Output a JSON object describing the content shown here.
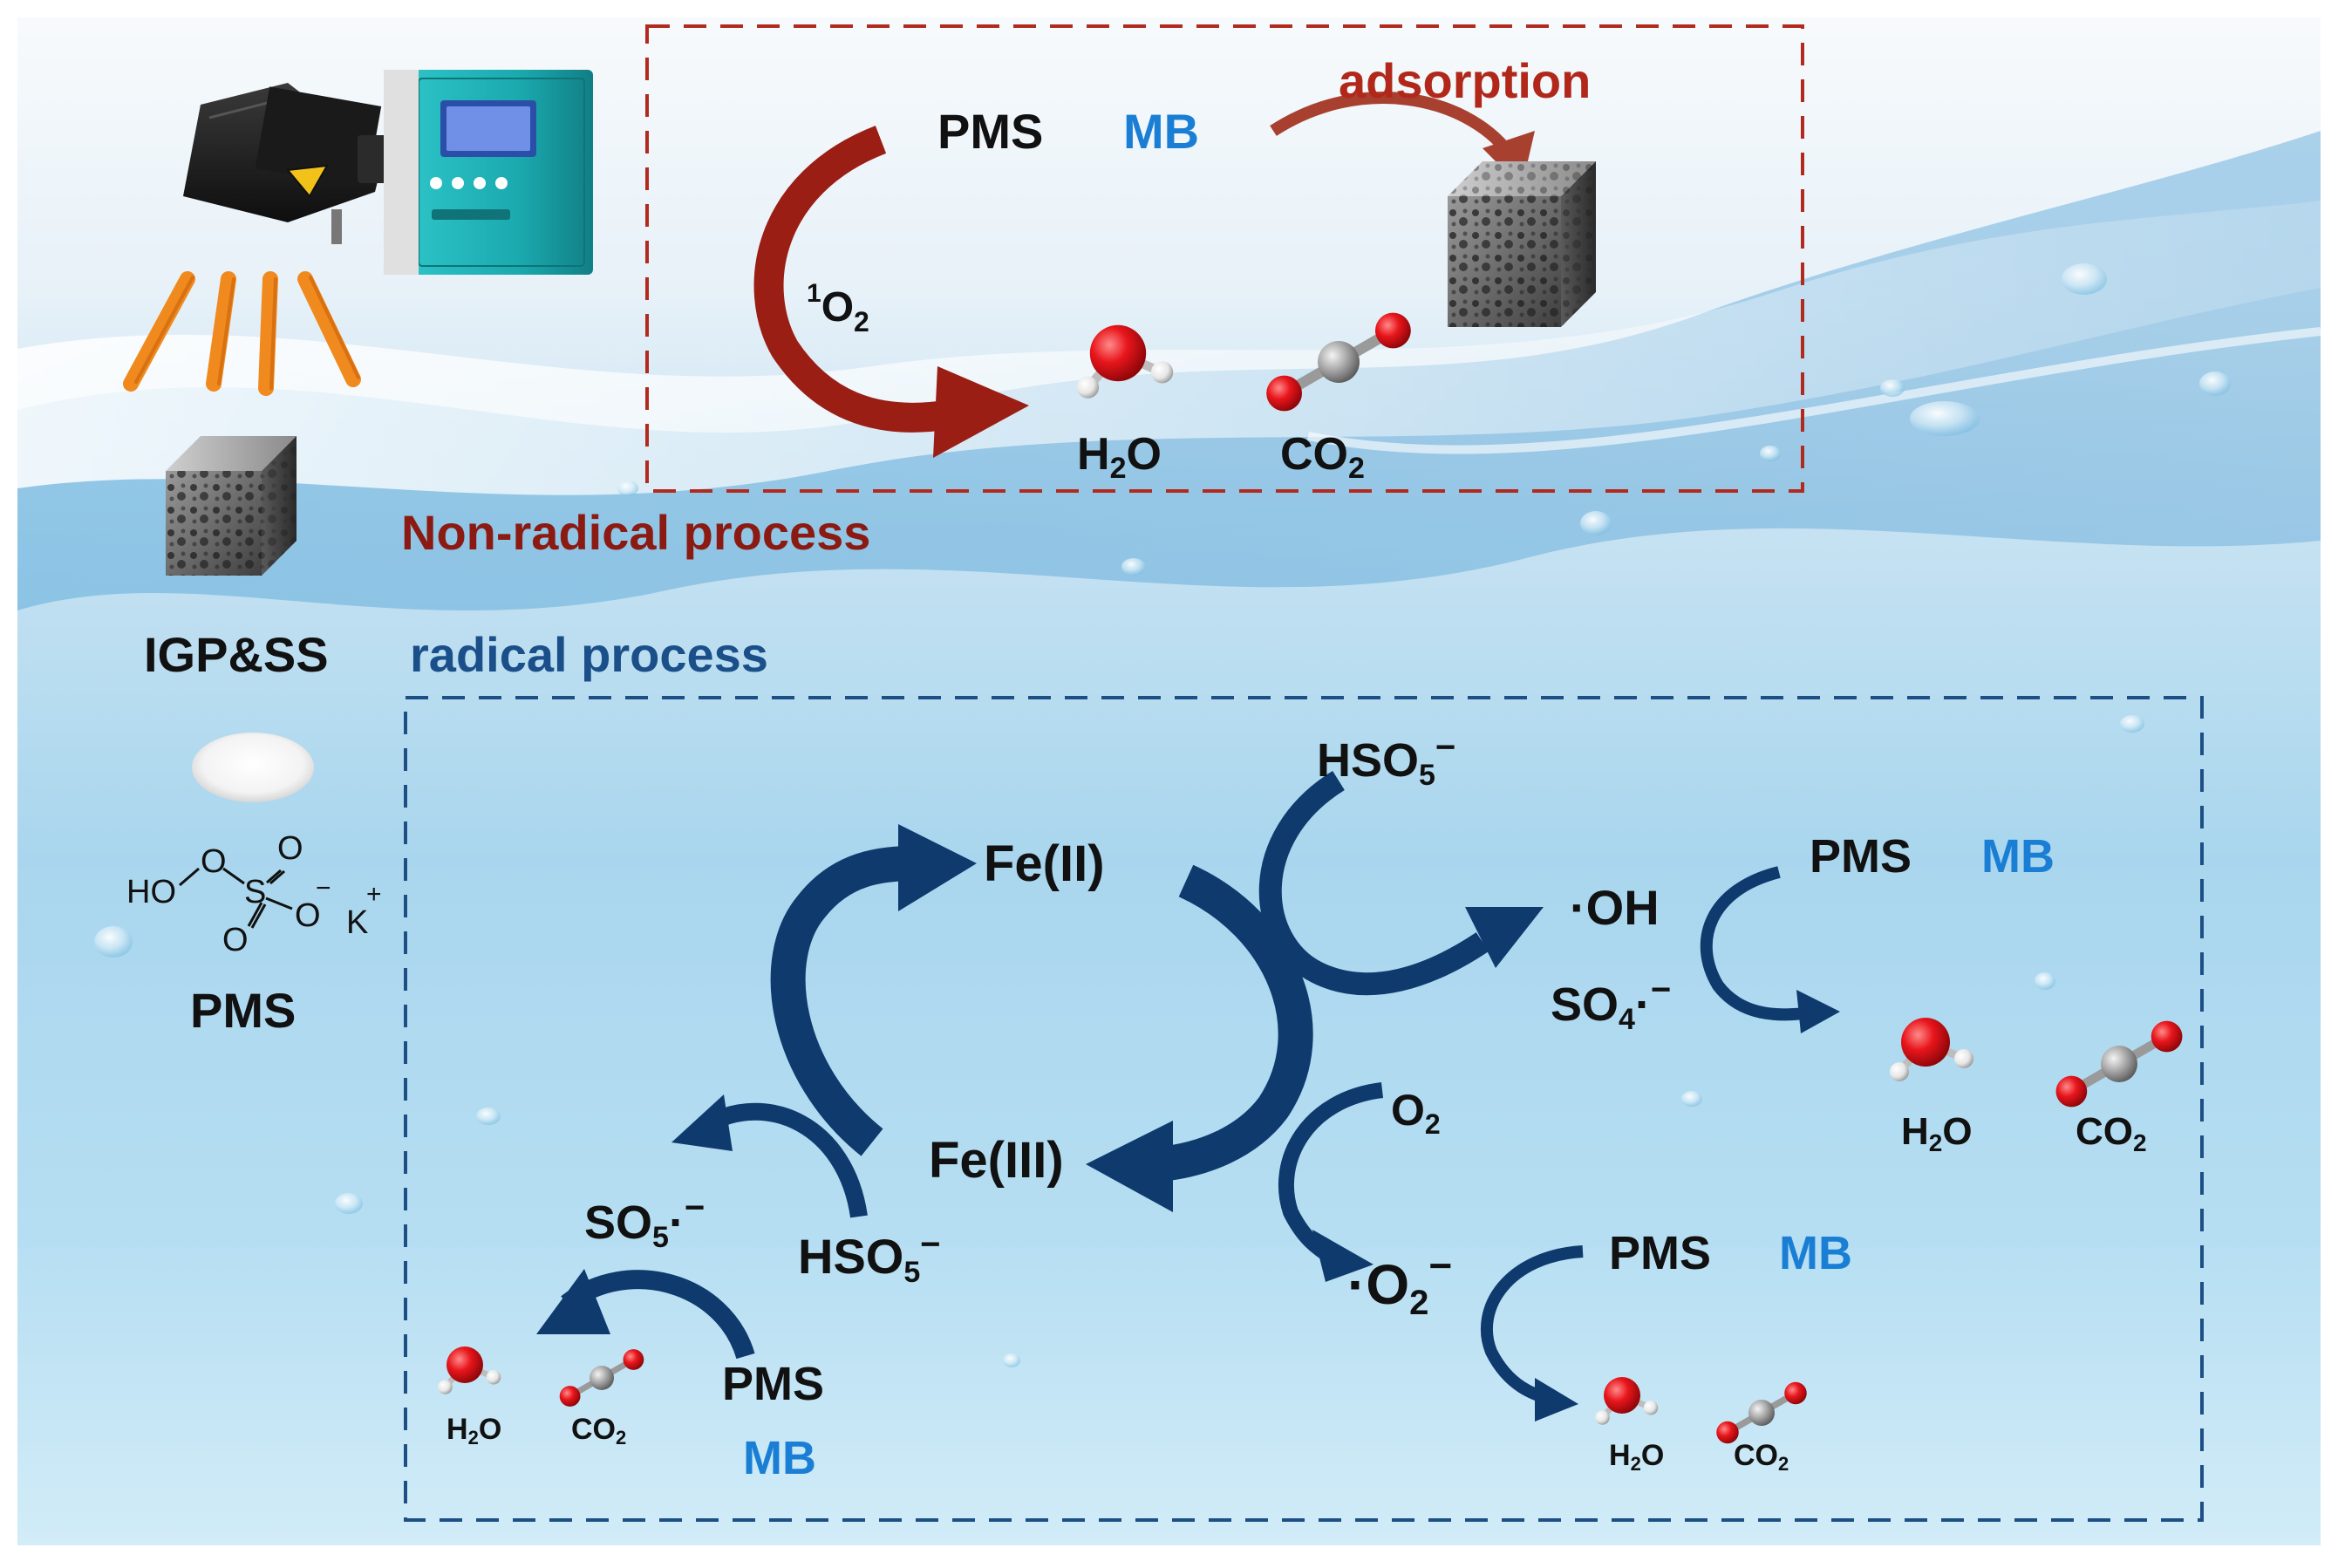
{
  "non_radical": {
    "title": "Non-radical process",
    "pms": "PMS",
    "mb": "MB",
    "adsorption": "adsorption",
    "singlet_oxygen": {
      "sup": "1",
      "main": "O",
      "sub": "2"
    },
    "h2o": {
      "a": "H",
      "sub": "2",
      "b": "O"
    },
    "co2": {
      "a": "CO",
      "sub": "2"
    }
  },
  "left_panel": {
    "catalyst_label": "IGP&SS",
    "pms_label": "PMS",
    "structure": {
      "ho": "HO",
      "o_link": "O",
      "s": "S",
      "o_top": "O",
      "o_bottom": "O",
      "o_minus": "O",
      "minus": "−",
      "k": "K",
      "plus": "+"
    }
  },
  "radical": {
    "title": "radical process",
    "fe2": "Fe(II)",
    "fe3": "Fe(III)",
    "hso5_top": {
      "a": "HSO",
      "sub": "5",
      "sup": "−"
    },
    "hso5_left": {
      "a": "HSO",
      "sub": "5",
      "sup": "−"
    },
    "oh": "·OH",
    "so4": {
      "a": "SO",
      "sub": "4",
      "b": "·",
      "sup": "−"
    },
    "so5": {
      "a": "SO",
      "sub": "5",
      "b": "·",
      "sup": "−"
    },
    "o2": {
      "a": "O",
      "sub": "2"
    },
    "superoxide": {
      "a": "·O",
      "sub": "2",
      "sup": "−"
    },
    "right_top": {
      "pms": "PMS",
      "mb": "MB"
    },
    "right_bottom": {
      "pms": "PMS",
      "mb": "MB"
    },
    "left_bottom": {
      "pms": "PMS",
      "mb": "MB"
    }
  },
  "molecule_labels": {
    "h2o": {
      "a": "H",
      "sub": "2",
      "b": "O"
    },
    "co2": {
      "a": "CO",
      "sub": "2"
    }
  },
  "colors": {
    "non_radical_red": "#8b1a12",
    "radical_blue": "#1b4f8a",
    "arrow_navy": "#0e3a6e",
    "mb_blue": "#1a7fd4",
    "oxygen_red": "#e8161c",
    "carbon_gray": "#9a9a9a",
    "hydrogen_white": "#f2f2f2",
    "rod_orange": "#f08a1e"
  }
}
